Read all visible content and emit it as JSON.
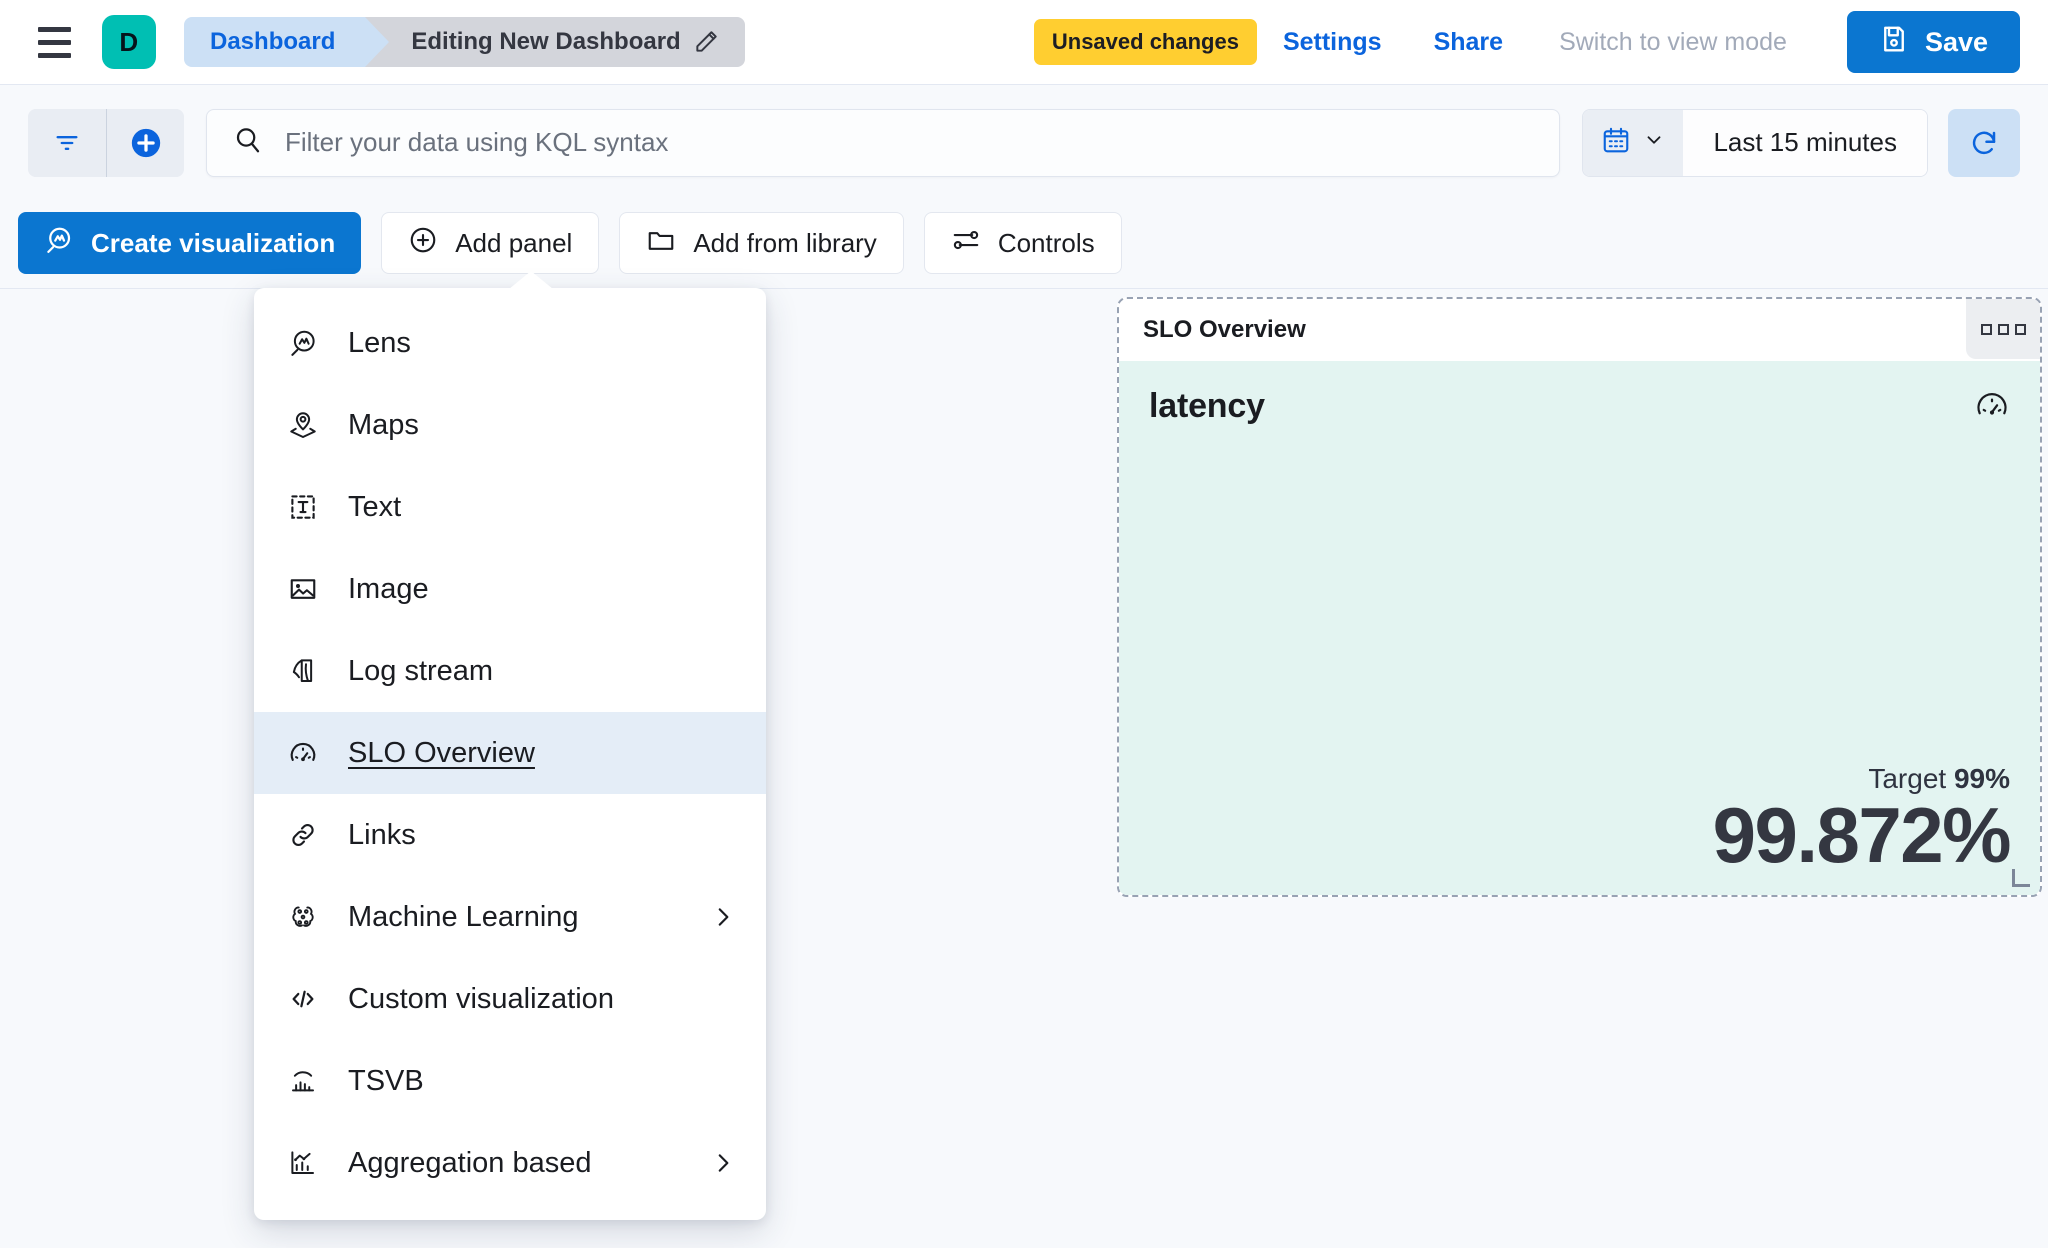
{
  "header": {
    "menu_icon": "hamburger-icon",
    "avatar_letter": "D",
    "breadcrumbs": [
      {
        "label": "Dashboard"
      },
      {
        "label": "Editing New Dashboard",
        "icon": "pencil-icon"
      }
    ],
    "unsaved_badge": "Unsaved changes",
    "settings_label": "Settings",
    "share_label": "Share",
    "view_mode_label": "Switch to view mode",
    "save_label": "Save",
    "save_icon": "save-disk-icon"
  },
  "query_bar": {
    "filter_icon": "filter-icon",
    "add_filter_icon": "add-circle-icon",
    "search_icon": "search-icon",
    "search_placeholder": "Filter your data using KQL syntax",
    "search_value": "",
    "calendar_icon": "calendar-icon",
    "chevron_icon": "chevron-down-icon",
    "time_range": "Last 15 minutes",
    "refresh_icon": "refresh-icon"
  },
  "toolbar": {
    "buttons": [
      {
        "label": "Create visualization",
        "icon": "lens-icon",
        "style": "primary"
      },
      {
        "label": "Add panel",
        "icon": "plus-circle-icon",
        "style": "ghost"
      },
      {
        "label": "Add from library",
        "icon": "folder-icon",
        "style": "ghost"
      },
      {
        "label": "Controls",
        "icon": "controls-icon",
        "style": "ghost"
      }
    ]
  },
  "add_panel_menu": {
    "items": [
      {
        "label": "Lens",
        "icon": "lens-icon",
        "has_submenu": false,
        "selected": false
      },
      {
        "label": "Maps",
        "icon": "map-marker-layers-icon",
        "has_submenu": false,
        "selected": false
      },
      {
        "label": "Text",
        "icon": "text-box-icon",
        "has_submenu": false,
        "selected": false
      },
      {
        "label": "Image",
        "icon": "image-icon",
        "has_submenu": false,
        "selected": false
      },
      {
        "label": "Log stream",
        "icon": "log-stream-icon",
        "has_submenu": false,
        "selected": false
      },
      {
        "label": "SLO Overview",
        "icon": "gauge-icon",
        "has_submenu": false,
        "selected": true
      },
      {
        "label": "Links",
        "icon": "link-icon",
        "has_submenu": false,
        "selected": false
      },
      {
        "label": "Machine Learning",
        "icon": "machine-learning-icon",
        "has_submenu": true,
        "selected": false
      },
      {
        "label": "Custom visualization",
        "icon": "code-icon",
        "has_submenu": false,
        "selected": false
      },
      {
        "label": "TSVB",
        "icon": "tsvb-icon",
        "has_submenu": false,
        "selected": false
      },
      {
        "label": "Aggregation based",
        "icon": "aggregation-icon",
        "has_submenu": true,
        "selected": false
      }
    ]
  },
  "slo_panel": {
    "panel_title": "SLO Overview",
    "context_menu_icon": "panel-options-icon",
    "slo_name": "latency",
    "gauge_icon": "gauge-icon",
    "target_label": "Target",
    "target_value": "99%",
    "current_value": "99.872%",
    "colors": {
      "body_background": "#E3F4F1",
      "accent_blue": "#0B76D0",
      "badge_yellow": "#FFCE30",
      "avatar_teal": "#00BFB3"
    }
  }
}
